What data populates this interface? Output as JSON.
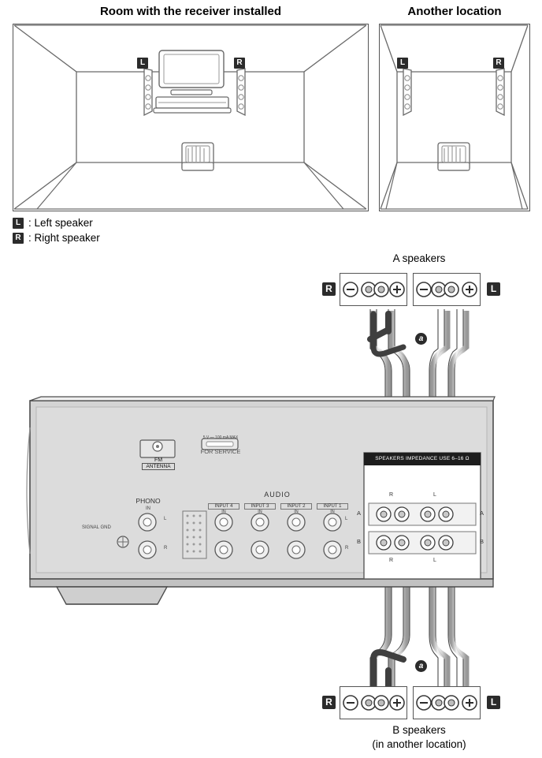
{
  "titles": {
    "left_room": "Room with the receiver installed",
    "right_room": "Another location"
  },
  "legend": [
    {
      "key": "L",
      "text": ": Left speaker"
    },
    {
      "key": "R",
      "text": ": Right speaker"
    }
  ],
  "speakers": {
    "a_caption": "A speakers",
    "b_caption_line1": "B speakers",
    "b_caption_line2": "(in another location)",
    "right_label": "R",
    "left_label": "L",
    "minus": "−",
    "plus": "+",
    "callout": "a"
  },
  "room_markers": {
    "left": "L",
    "right": "R"
  },
  "amplifier": {
    "fm_label_1": "FM",
    "fm_label_2": "ANTENNA",
    "service_label_1": "5 V ⎯⎯ 100 mA  MAX",
    "service_label_2": "FOR SERVICE",
    "audio_label": "AUDIO",
    "phono_label": "PHONO",
    "signal_gnd_label": "SIGNAL GND",
    "phono_in": "IN",
    "phono_l": "L",
    "phono_r": "R",
    "inputs": [
      {
        "name": "INPUT 4",
        "sub": "IN"
      },
      {
        "name": "INPUT 3",
        "sub": "IN"
      },
      {
        "name": "INPUT 2",
        "sub": "IN"
      },
      {
        "name": "INPUT 1",
        "sub": "IN"
      }
    ],
    "input_l": "L",
    "input_r": "R",
    "speakers_header": "SPEAKERS  IMPEDANCE USE 6–16 Ω",
    "sp_r_top": "R",
    "sp_l_top": "L",
    "sp_r_bottom": "R",
    "sp_l_bottom": "L",
    "row_a_left": "A",
    "row_a_right": "A",
    "row_b_left": "B",
    "row_b_right": "B"
  }
}
